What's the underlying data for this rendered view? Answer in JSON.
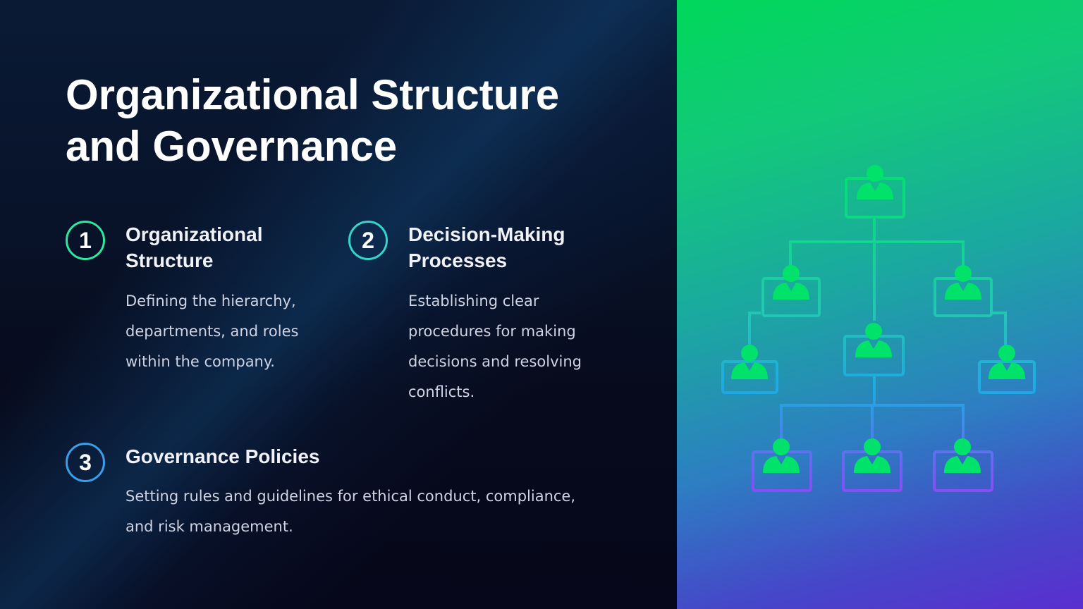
{
  "slide": {
    "title": "Organizational Structure\nand Governance"
  },
  "items": [
    {
      "number": "1",
      "title": "Organizational\nStructure",
      "description": "Defining the hierarchy,\ndepartments, and roles\nwithin the company.",
      "ring_color": "#2ee8a0"
    },
    {
      "number": "2",
      "title": "Decision-Making\nProcesses",
      "description": "Establishing clear\nprocedures for making\ndecisions and resolving\nconflicts.",
      "ring_color": "#35d6c8"
    },
    {
      "number": "3",
      "title": "Governance Policies",
      "description": "Setting rules and guidelines for ethical conduct, compliance,\nand risk management.",
      "ring_color": "#3a9ee8"
    }
  ],
  "illustration": {
    "icon": "org-chart-icon",
    "colors": {
      "top": "#00e26a",
      "middle": "#22c0c8",
      "bottom": "#8a4cf5"
    }
  },
  "theme": {
    "background": "#070818",
    "text": "#ffffff",
    "muted_text": "#cfd3e2"
  }
}
